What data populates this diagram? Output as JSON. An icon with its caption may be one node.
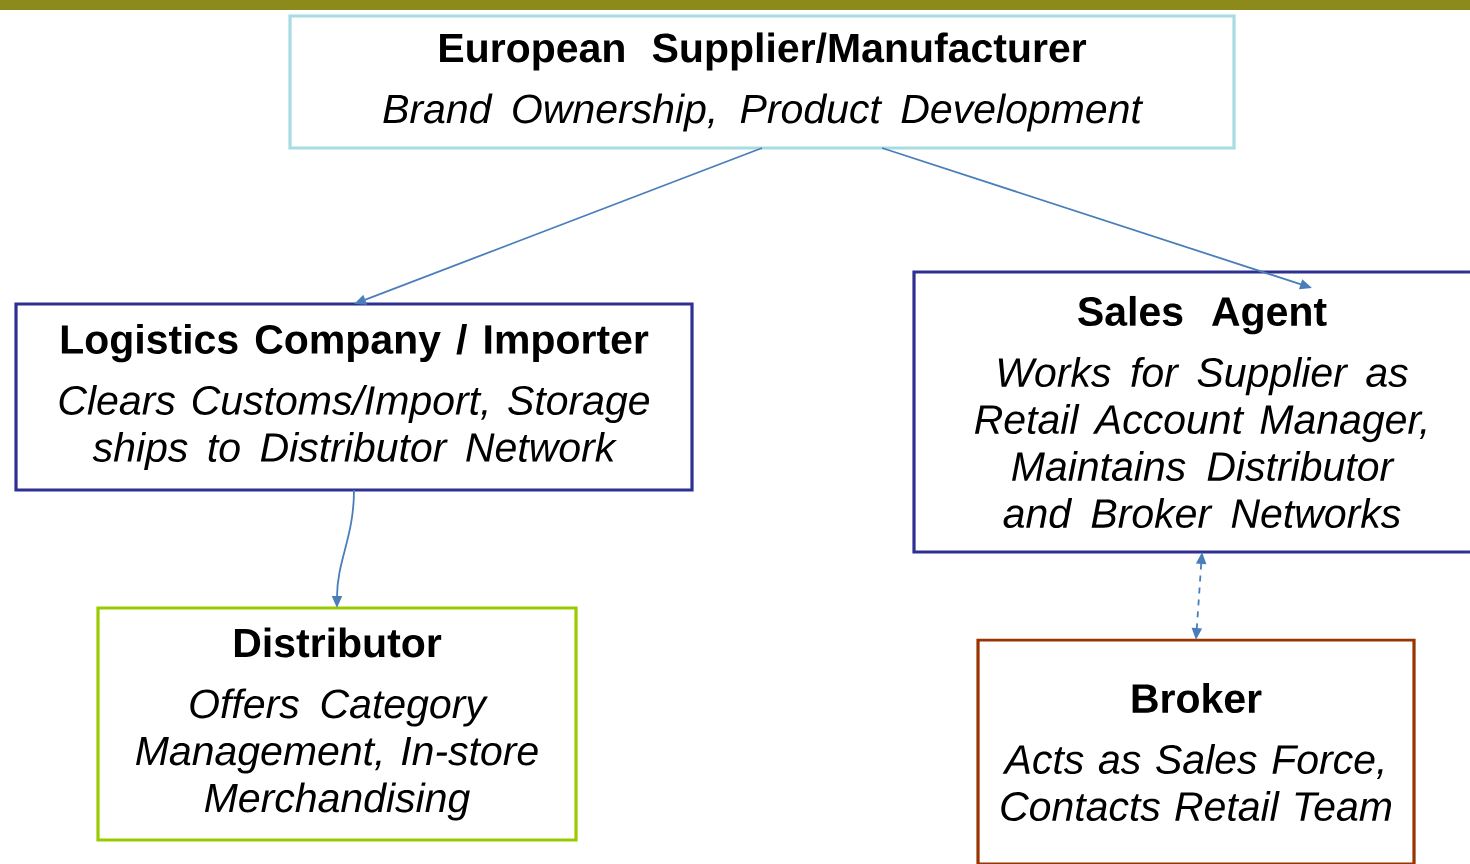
{
  "diagram": {
    "nodes": [
      {
        "text": [
          "European Supplier/Manufacturer",
          "Brand Ownership, Product Development"
        ]
      },
      {
        "text": [
          "Logistics Company / Importer",
          "Clears Customs/Import, Storage ships to Distributor Network"
        ]
      },
      {
        "text": [
          "Distributor",
          "Offers Category Management, In-store Merchandising"
        ]
      },
      {
        "text": [
          "Sales Agent",
          "Works for Supplier as Retail Account Manager, Maintains Distributor and Broker Networks"
        ]
      },
      {
        "text": [
          "Broker",
          "Acts as Sales Force, Contacts Retail Team"
        ]
      }
    ],
    "edges": [
      {
        "from": 0,
        "to": 1,
        "arrow": "to"
      },
      {
        "from": 0,
        "to": 3,
        "arrow": "to"
      },
      {
        "from": 1,
        "to": 2,
        "arrow": "to"
      },
      {
        "from": 3,
        "to": 4,
        "arrow": "both",
        "style": "dashed"
      }
    ]
  }
}
